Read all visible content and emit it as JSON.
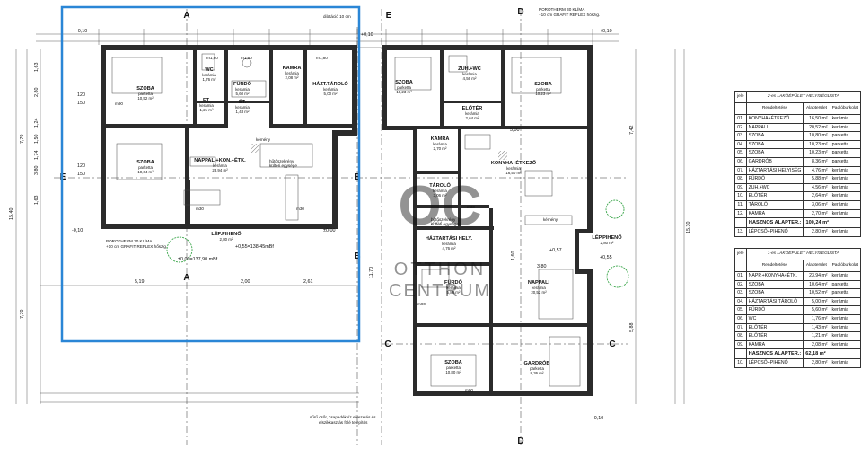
{
  "top_labels": {
    "dilatacio": "dilatáció 10 cm",
    "porotherm_top_1": "POROTHERM 30 KLÍMA",
    "porotherm_top_2": "+10 cm GRAFIT REFLEX hőszig.",
    "porotherm_bottom_1": "POROTHERM 30 KLÍMA",
    "porotherm_bottom_2": "+10 cm GRAFIT REFLEX hőszig.",
    "level_neg_left": "-0,10",
    "level_pos_mid": "+0,10",
    "level_pos_right": "+0,10",
    "level_neg_bl": "-0,10",
    "level_zero_a": "±0,00",
    "level_zero_b": "±0,00=137,90 mBf",
    "level_055": "+0,55=138,45mBf",
    "level_057": "+0,57",
    "level_055b": "+0,55",
    "level_neg_br": "-0,10",
    "note_bottom_1": "sűrű csőr, csapadékvíz elvezetés és",
    "note_bottom_2": "elszikkasztás fölé telepítés"
  },
  "axes": {
    "A": "A",
    "B": "B",
    "C": "C",
    "D": "D",
    "E": "E"
  },
  "rooms_left": [
    {
      "name": "SZOBA",
      "floor": "parketta",
      "area": "10,52 m²"
    },
    {
      "name": "WC",
      "floor": "kerámia",
      "area": "1,76 m²"
    },
    {
      "name": "FÜRDŐ",
      "floor": "kerámia",
      "area": "5,60 m²"
    },
    {
      "name": "KAMRA",
      "floor": "kerámia",
      "area": "2,08 m²"
    },
    {
      "name": "HÁZT.TÁROLÓ",
      "floor": "kerámia",
      "area": "5,00 m²"
    },
    {
      "name": "ET.",
      "floor": "kerámia",
      "area": "1,21 m²"
    },
    {
      "name": "ÉT.",
      "floor": "kerámia",
      "area": "1,43 m²"
    },
    {
      "name": "SZOBA",
      "floor": "parketta",
      "area": "10,64 m²"
    },
    {
      "name": "NAPPALI+KON.+ÉTK.",
      "floor": "kerámia",
      "area": "23,94 m²"
    },
    {
      "name": "LÉP.PIHENŐ",
      "floor": "",
      "area": "2,80 m²"
    }
  ],
  "rooms_right": [
    {
      "name": "SZOBA",
      "floor": "parketta",
      "area": "10,23 m²"
    },
    {
      "name": "ZUH.+WC",
      "floor": "kerámia",
      "area": "4,56 m²"
    },
    {
      "name": "SZOBA",
      "floor": "parketta",
      "area": "10,23 m²"
    },
    {
      "name": "ELŐTÉR",
      "floor": "kerámia",
      "area": "2,64 m²"
    },
    {
      "name": "KAMRA",
      "floor": "kerámia",
      "area": "2,70 m²"
    },
    {
      "name": "KONYHA+ÉTKEZŐ",
      "floor": "kerámia",
      "area": "16,50 m²"
    },
    {
      "name": "TÁROLÓ",
      "floor": "kerámia",
      "area": "3,06 m²"
    },
    {
      "name": "HÁZTARTÁSI HELY.",
      "floor": "kerámia",
      "area": "4,76 m²"
    },
    {
      "name": "LÉP.PIHENŐ",
      "floor": "",
      "area": "2,80 m²"
    },
    {
      "name": "FÜRDŐ",
      "floor": "kerámia",
      "area": "5,88 m²"
    },
    {
      "name": "NAPPALI",
      "floor": "kerámia",
      "area": "20,52 m²"
    },
    {
      "name": "SZOBA",
      "floor": "parketta",
      "area": "10,80 m²"
    },
    {
      "name": "GARDRÓB",
      "floor": "parketta",
      "area": "8,36 m²"
    }
  ],
  "misc_labels": {
    "kemeny": "kémény",
    "kemeny2": "kémény",
    "huto1": "hűtőszekrény",
    "huto2": "kültéri egysége",
    "huto3": "hűtőszekrény",
    "huto4": "kültéri egysége",
    "m90a": "m90",
    "m90b": "m90",
    "m90c": "m90",
    "m30a": "m30",
    "m30b": "m30",
    "m30c": "m30",
    "m18a": "m1,80",
    "m18b": "m1,80",
    "m18c": "m1,80"
  },
  "dims": {
    "d_519": "5,19",
    "d_200": "2,00",
    "d_261": "2,61",
    "d_380": "3,80",
    "d_160": "1,60",
    "d_500": "5,00",
    "d_120a": "120",
    "d_150a": "150",
    "d_120b": "120",
    "d_150b": "150",
    "d_770a": "7,70",
    "d_770b": "7,70",
    "d_1540": "15,40",
    "d_742": "7,42",
    "d_1530": "15,30",
    "d_588": "5,88",
    "d_1170": "11,70",
    "d_163a": "1,63",
    "d_280": "2,80",
    "d_124": "1,24",
    "d_150c": "1,50",
    "d_174": "1,74",
    "d_380b": "3,80",
    "d_163b": "1,63"
  },
  "table_top": {
    "caption": "2-es LAKÓÉPÜLET HELYISÉGLISTA",
    "headers": [
      "jele",
      "Rendeltetése",
      "Alapterület",
      "Padlóburkolat"
    ],
    "rows": [
      {
        "n": "01.",
        "name": "KONYHA+ÉTKEZŐ",
        "area": "16,50 m²",
        "floor": "kerámia"
      },
      {
        "n": "02.",
        "name": "NAPPALI",
        "area": "20,52 m²",
        "floor": "kerámia"
      },
      {
        "n": "03.",
        "name": "SZOBA",
        "area": "10,80 m²",
        "floor": "parketta"
      },
      {
        "n": "04.",
        "name": "SZOBA",
        "area": "10,23 m²",
        "floor": "parketta"
      },
      {
        "n": "05.",
        "name": "SZOBA",
        "area": "10,23 m²",
        "floor": "parketta"
      },
      {
        "n": "06.",
        "name": "GARDRÓB",
        "area": "8,36 m²",
        "floor": "parketta"
      },
      {
        "n": "07.",
        "name": "HÁZTARTÁSI HELYISÉG",
        "area": "4,76 m²",
        "floor": "kerámia"
      },
      {
        "n": "08.",
        "name": "FÜRDŐ",
        "area": "5,88 m²",
        "floor": "kerámia"
      },
      {
        "n": "09.",
        "name": "ZUH.+WC",
        "area": "4,56 m²",
        "floor": "kerámia"
      },
      {
        "n": "10.",
        "name": "ELŐTÉR",
        "area": "2,64 m²",
        "floor": "kerámia"
      },
      {
        "n": "11.",
        "name": "TÁROLÓ",
        "area": "3,06 m²",
        "floor": "kerámia"
      },
      {
        "n": "12.",
        "name": "KAMRA",
        "area": "2,70 m²",
        "floor": "kerámia"
      }
    ],
    "sum_label": "HASZNOS ALAPTER.:",
    "sum_value": "100,24 m²",
    "extra": {
      "n": "13.",
      "name": "LÉPCSŐ+PIHENŐ",
      "area": "2,80 m²",
      "floor": "kerámia"
    }
  },
  "table_bottom": {
    "caption": "1-es LAKÓÉPÜLET HELYISÉGLISTA",
    "headers": [
      "jele",
      "Rendeltetése",
      "Alapterület",
      "Padlóburkolat"
    ],
    "rows": [
      {
        "n": "01.",
        "name": "NAPP.+KONYHA+ÉTK.",
        "area": "23,94 m²",
        "floor": "kerámia"
      },
      {
        "n": "02.",
        "name": "SZOBA",
        "area": "10,64 m²",
        "floor": "parketta"
      },
      {
        "n": "03.",
        "name": "SZOBA",
        "area": "10,52 m²",
        "floor": "parketta"
      },
      {
        "n": "04.",
        "name": "HÁZTARTÁSI TÁROLÓ",
        "area": "5,00 m²",
        "floor": "kerámia"
      },
      {
        "n": "05.",
        "name": "FÜRDŐ",
        "area": "5,60 m²",
        "floor": "kerámia"
      },
      {
        "n": "06.",
        "name": "WC",
        "area": "1,76 m²",
        "floor": "kerámia"
      },
      {
        "n": "07.",
        "name": "ELŐTÉR",
        "area": "1,43 m²",
        "floor": "kerámia"
      },
      {
        "n": "08.",
        "name": "ELŐTÉR",
        "area": "1,21 m²",
        "floor": "kerámia"
      },
      {
        "n": "09.",
        "name": "KAMRA",
        "area": "2,08 m²",
        "floor": "kerámia"
      }
    ],
    "sum_label": "HASZNOS ALAPTER.:",
    "sum_value": "62,18 m²",
    "extra": {
      "n": "10.",
      "name": "LÉPCSŐ+PIHENŐ",
      "area": "2,80 m²",
      "floor": "kerámia"
    }
  },
  "watermark": {
    "line1": "OTTHON",
    "line2": "CENTRUM"
  },
  "colors": {
    "wall": "#2b2b2b",
    "highlight": "#2a86d6",
    "watermark": "#9a9a9a",
    "tree": "#3aa64a"
  }
}
